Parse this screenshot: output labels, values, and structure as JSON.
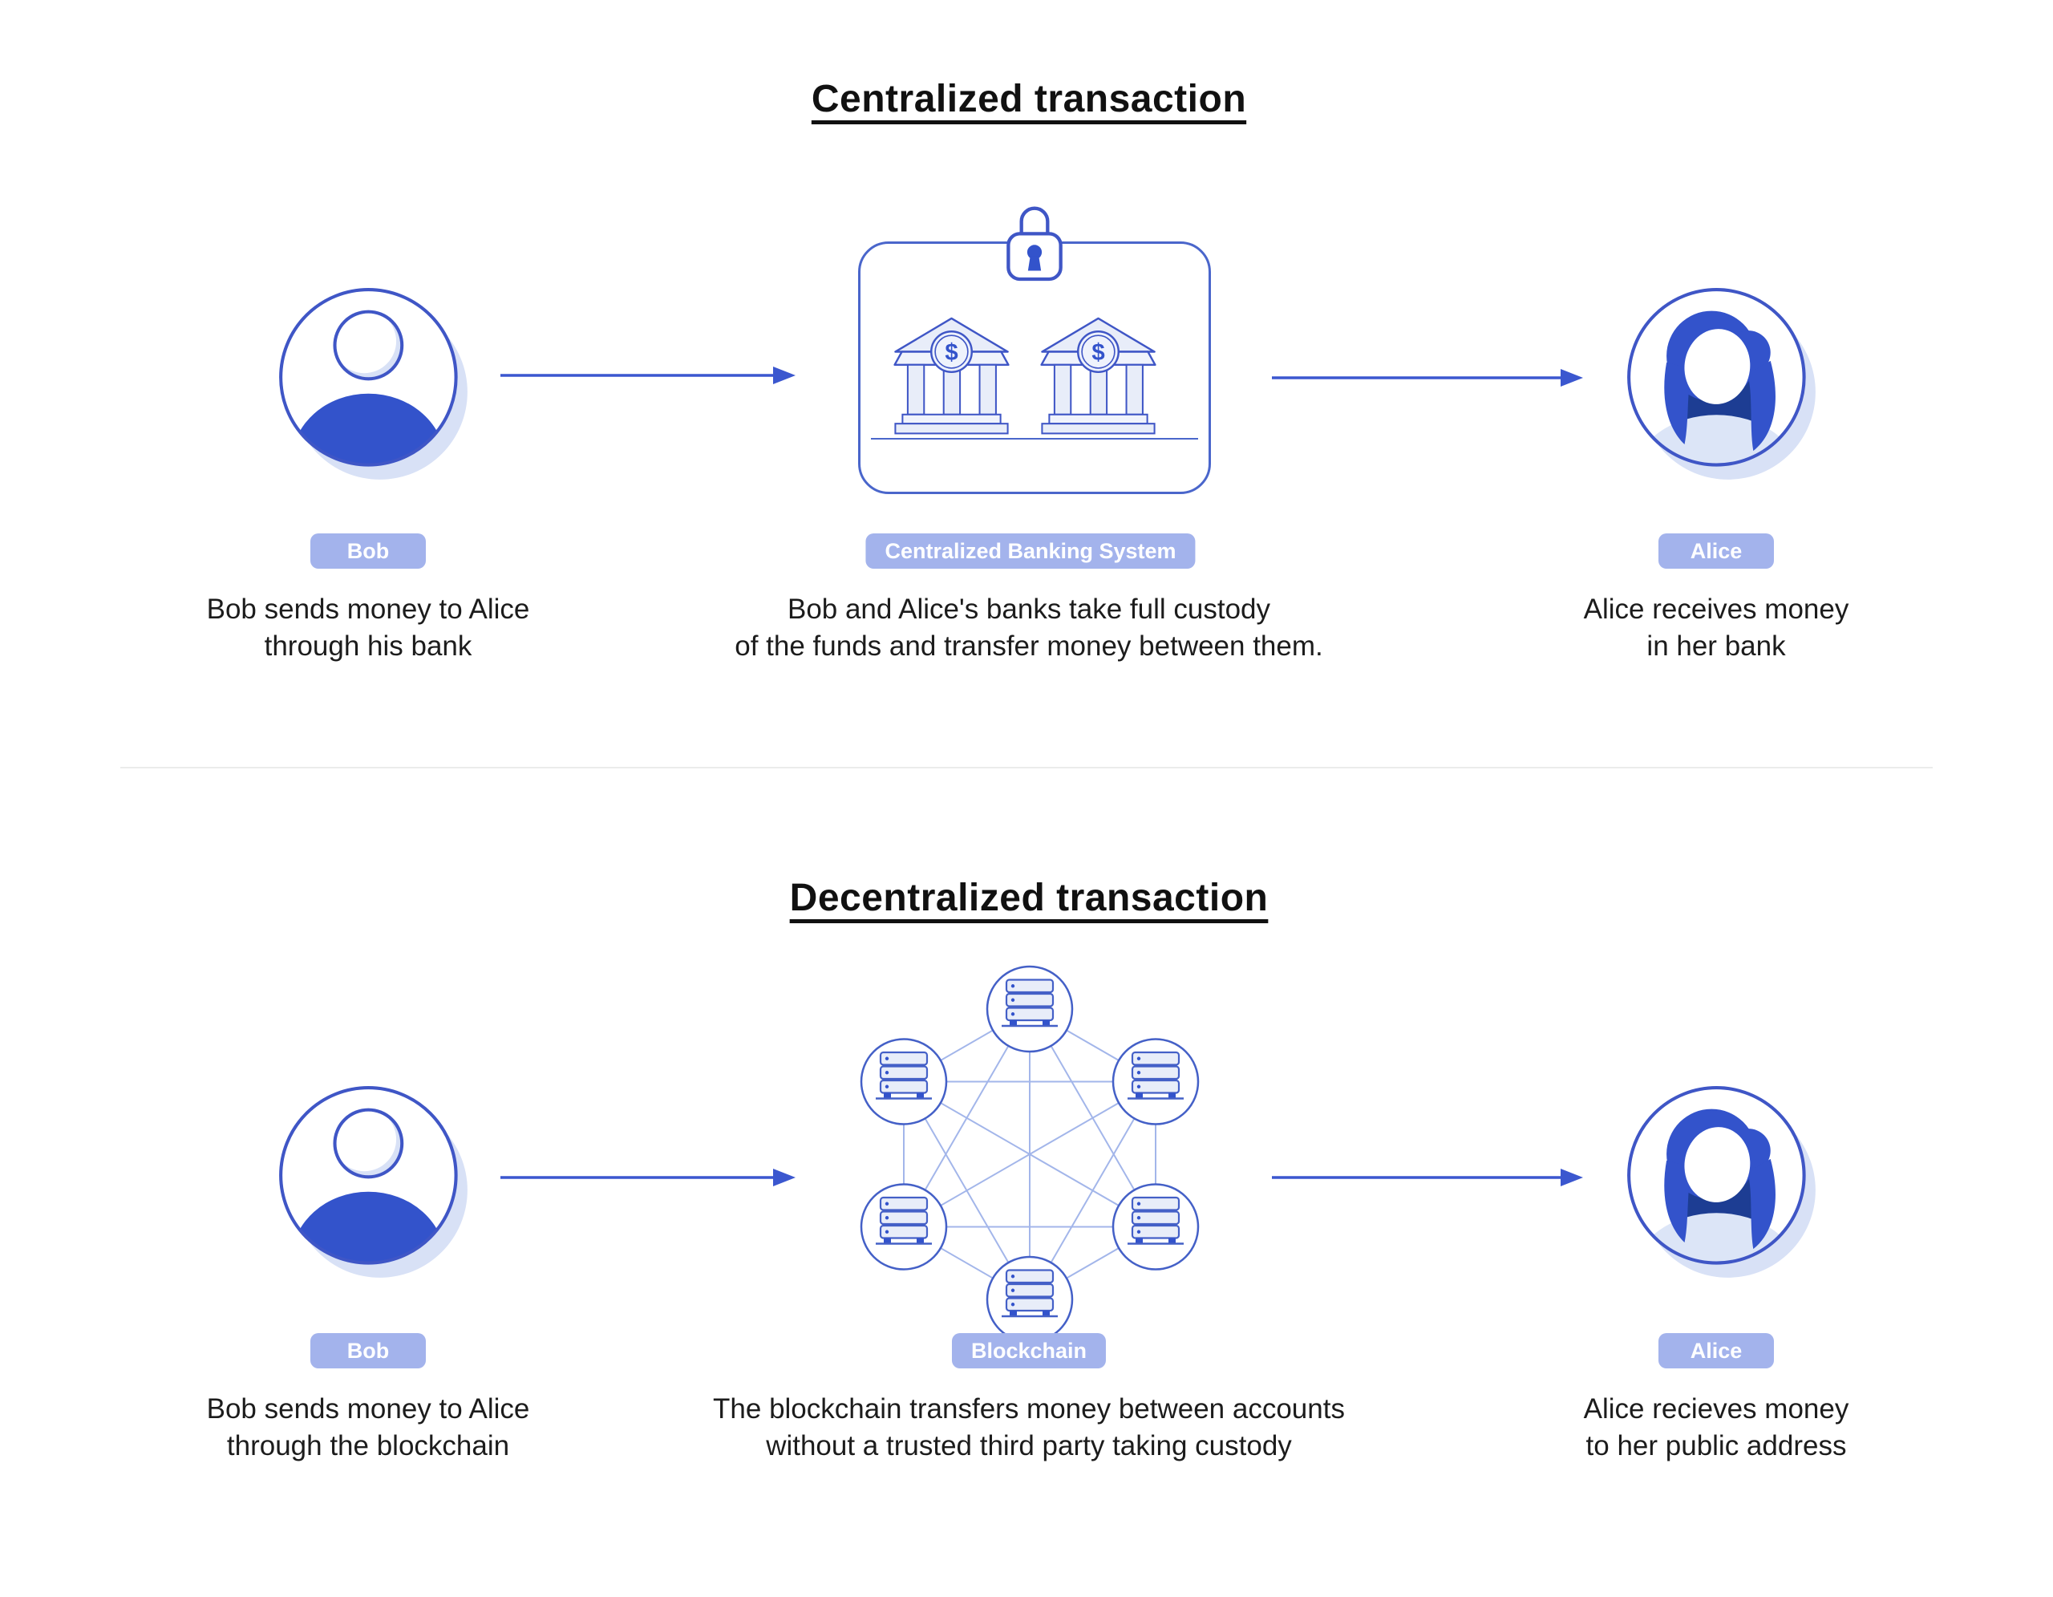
{
  "colors": {
    "outline_blue": "#3f56c6",
    "solid_blue": "#3353cb",
    "navy": "#1d3d93",
    "light_fill": "#e8edf9",
    "shoulder_fill": "#dce5f7",
    "shadow_fill": "#d8e1f6",
    "badge_bg": "#a3b3ec",
    "badge_text": "#ffffff",
    "arrow_blue": "#3b57cf",
    "network_line": "#a3b6ea",
    "box_border": "#4a66cb",
    "text_dark": "#1c1c1c",
    "divider": "#ebeceb"
  },
  "icons": {
    "dollar_symbol": "$",
    "padlock": "padlock-icon",
    "person": "person-avatar-icon",
    "woman": "woman-avatar-icon",
    "bank": "bank-building-icon",
    "server": "server-node-icon",
    "arrow": "arrow-right-icon"
  },
  "sections": [
    {
      "title": "Centralized transaction",
      "left": {
        "badge": "Bob",
        "caption": "Bob sends money to Alice\nthrough his bank"
      },
      "center": {
        "badge": "Centralized Banking System",
        "caption": "Bob and Alice's banks take full custody\nof the funds and transfer money between them."
      },
      "right": {
        "badge": "Alice",
        "caption": "Alice receives money\nin her bank"
      }
    },
    {
      "title": "Decentralized transaction",
      "left": {
        "badge": "Bob",
        "caption": "Bob sends money to Alice\nthrough the blockchain"
      },
      "center": {
        "badge": "Blockchain",
        "caption": "The blockchain transfers money between accounts\nwithout a trusted third party taking custody"
      },
      "right": {
        "badge": "Alice",
        "caption": "Alice recieves money\nto her public address"
      }
    }
  ]
}
